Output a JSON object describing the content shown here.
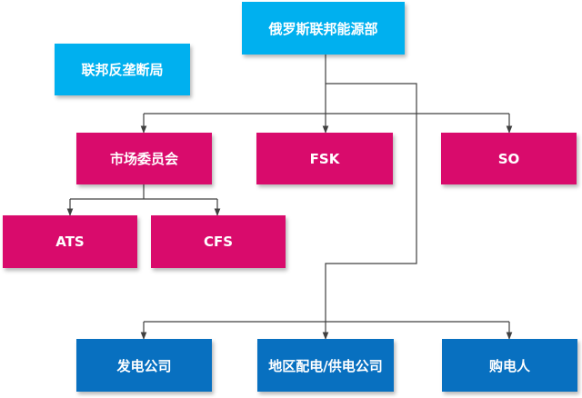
{
  "colors": {
    "cyan": "#00b0ef",
    "magenta": "#d90b6c",
    "blue": "#0870c0",
    "line": "#404040"
  },
  "nodes": {
    "ministry": "俄罗斯联邦能源部",
    "antimonopoly": "联邦反垄断局",
    "market_council": "市场委员会",
    "fsk": "FSK",
    "so": "SO",
    "ats": "ATS",
    "cfs": "CFS",
    "generation": "发电公司",
    "distribution": "地区配电/供电公司",
    "buyers": "购电人"
  }
}
